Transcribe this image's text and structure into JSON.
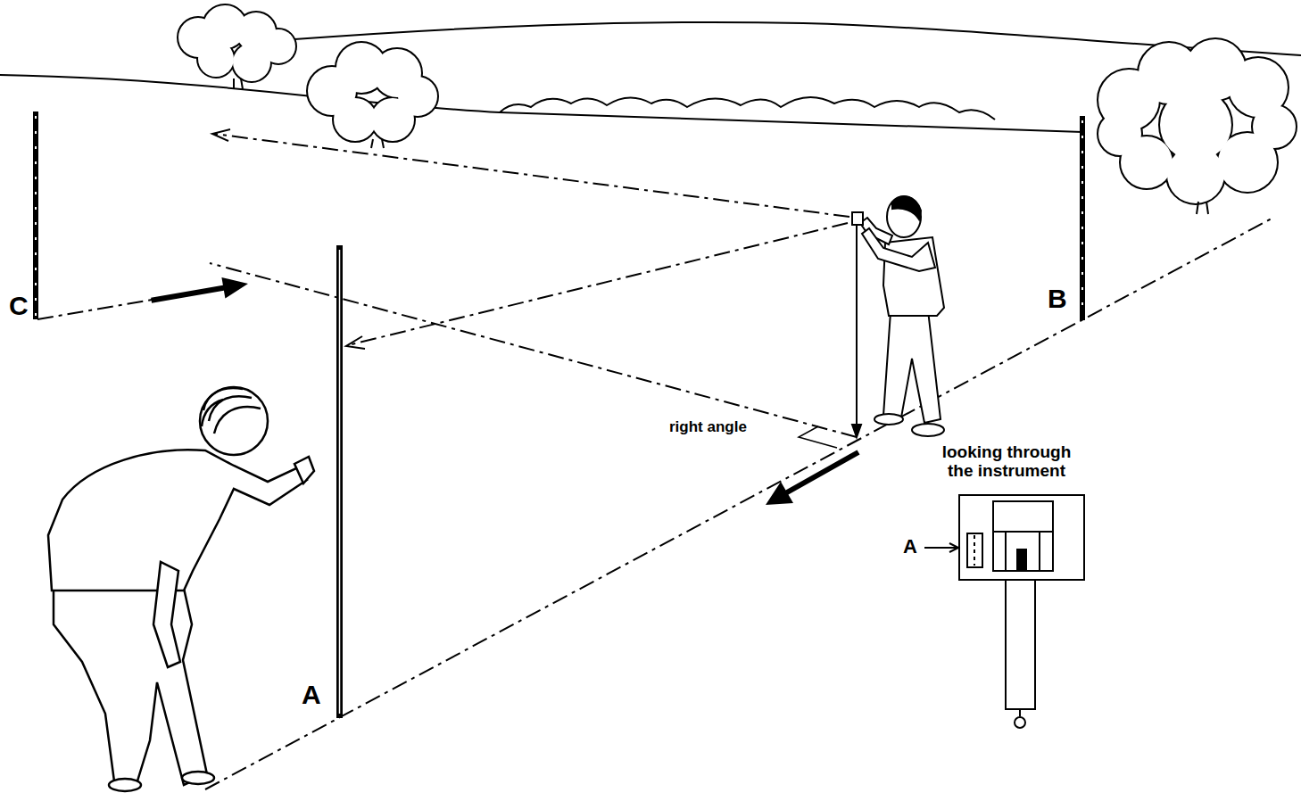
{
  "diagram": {
    "labels": [
      "C",
      "B",
      "right angle",
      "looking through the instrument",
      "A",
      "A"
    ]
  }
}
